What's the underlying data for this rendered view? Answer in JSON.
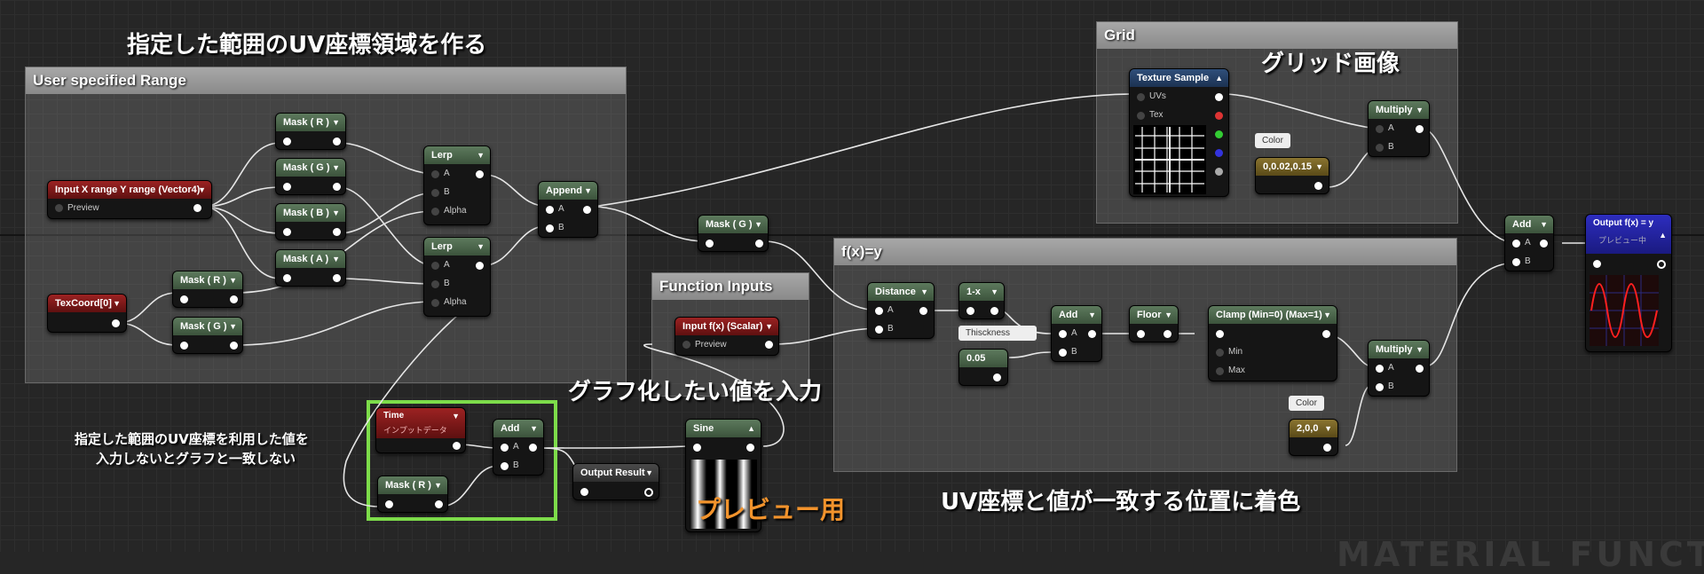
{
  "comments": {
    "range": "User specified Range",
    "grid": "Grid",
    "fxy": "f(x)=y",
    "inputs": "Function Inputs"
  },
  "annotations": {
    "range_title": "指定した範囲のUV座標領域を作る",
    "grid_image": "グリッド画像",
    "graph_input": "グラフ化したい値を入力",
    "warning_line1": "指定した範囲のUV座標を利用した値を",
    "warning_line2": "入力しないとグラフと一致しない",
    "preview_use": "プレビュー用",
    "color_match": "UV座標と値が一致する位置に着色",
    "watermark": "MATERIAL FUNCTIO"
  },
  "nodes": {
    "input_range": {
      "title": "Input X range Y range (Vector4)",
      "pin": "Preview"
    },
    "texcoord": {
      "title": "TexCoord[0]"
    },
    "mask_r1": {
      "title": "Mask ( R )"
    },
    "mask_g1": {
      "title": "Mask ( G )"
    },
    "mask_b1": {
      "title": "Mask ( B )"
    },
    "mask_a1": {
      "title": "Mask ( A )"
    },
    "mask_r2": {
      "title": "Mask ( R )"
    },
    "mask_g2": {
      "title": "Mask ( G )"
    },
    "lerp1": {
      "title": "Lerp",
      "a": "A",
      "b": "B",
      "alpha": "Alpha"
    },
    "lerp2": {
      "title": "Lerp",
      "a": "A",
      "b": "B",
      "alpha": "Alpha"
    },
    "append": {
      "title": "Append",
      "a": "A",
      "b": "B"
    },
    "mask_g3": {
      "title": "Mask ( G )"
    },
    "texture_sample": {
      "title": "Texture Sample",
      "uvs": "UVs",
      "tex": "Tex"
    },
    "color1": {
      "label": "Color",
      "title": "0,0.02,0.15"
    },
    "multiply1": {
      "title": "Multiply",
      "a": "A",
      "b": "B"
    },
    "input_fx": {
      "title": "Input f(x) (Scalar)",
      "pin": "Preview"
    },
    "distance": {
      "title": "Distance",
      "a": "A",
      "b": "B"
    },
    "one_minus": {
      "title": "1-x"
    },
    "thickness": {
      "label": "Thisckness",
      "title": "0.05"
    },
    "add1": {
      "title": "Add",
      "a": "A",
      "b": "B"
    },
    "floor": {
      "title": "Floor"
    },
    "clamp": {
      "title": "Clamp (Min=0) (Max=1)",
      "min": "Min",
      "max": "Max"
    },
    "color2": {
      "label": "Color",
      "title": "2,0,0"
    },
    "multiply2": {
      "title": "Multiply",
      "a": "A",
      "b": "B"
    },
    "add_final": {
      "title": "Add",
      "a": "A",
      "b": "B"
    },
    "output_fx": {
      "title": "Output f(x) = y",
      "sub": "プレビュー中"
    },
    "time": {
      "title": "Time",
      "sub": "インプットデータ"
    },
    "mask_r3": {
      "title": "Mask ( R )"
    },
    "add_time": {
      "title": "Add",
      "a": "A",
      "b": "B"
    },
    "sine": {
      "title": "Sine"
    },
    "output_result": {
      "title": "Output Result"
    }
  },
  "colors": {
    "highlight_box": "#7ddc4a",
    "preview_label": "#f2932c",
    "wire": "#e6e6e6"
  }
}
